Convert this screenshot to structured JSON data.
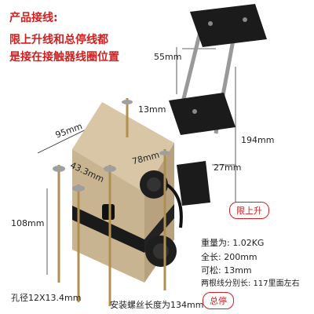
{
  "heading": {
    "line1": "产品接线:",
    "line2": "限上升线和总停线都",
    "line3": "是接在接触器线圈位置"
  },
  "dimensions": {
    "d55": "55mm",
    "d13": "13mm",
    "d95": "95mm",
    "d78": "78mm",
    "d43": "43.3mm",
    "d194": "194mm",
    "d27": "27mm",
    "d108": "108mm",
    "hole": "孔径12X13.4mm",
    "screw": "安装螺丝长度为134mm"
  },
  "labels": {
    "upper_limit": "限上升",
    "main_stop": "总停"
  },
  "specs": {
    "weight": "重量为: 1.02KG",
    "length": "全长: 200mm",
    "travel": "可松: 13mm",
    "wires": "两根线分别长: 117里面左右"
  },
  "colors": {
    "accent": "#d11f1f",
    "housing": "#c9b491",
    "band": "#1a1a1a"
  }
}
